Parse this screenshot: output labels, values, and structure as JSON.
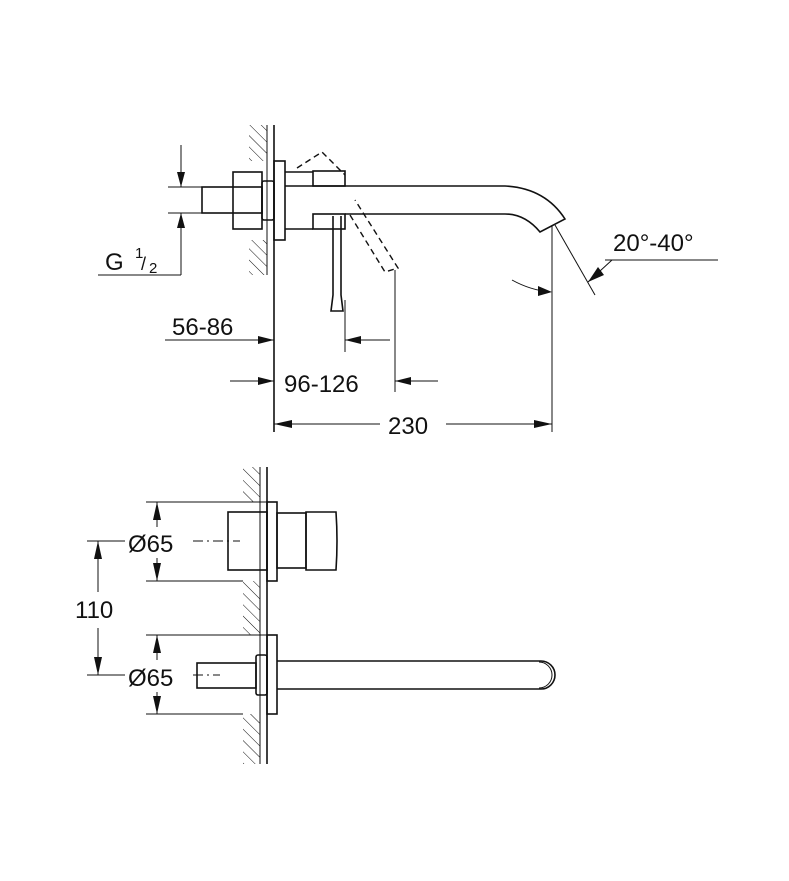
{
  "dimensions": {
    "connection_thread": "G",
    "connection_thread_num": "1",
    "connection_thread_den": "2",
    "spout_angle": "20°-40°",
    "wall_depth_1": "56-86",
    "wall_depth_2": "96-126",
    "projection": "230",
    "rosette_diameter_top": "Ø65",
    "rosette_diameter_bottom": "Ø65",
    "center_distance": "110"
  }
}
